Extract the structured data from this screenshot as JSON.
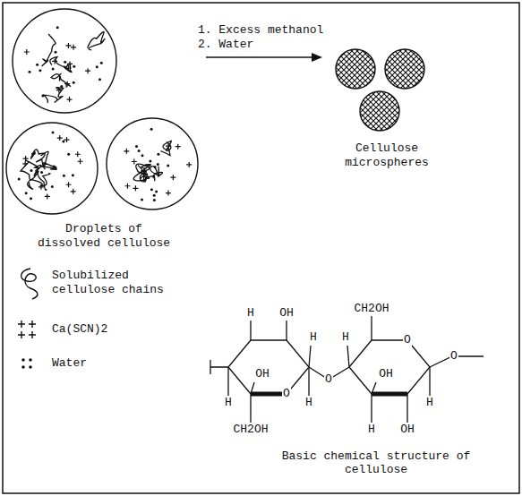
{
  "diagram": {
    "nodes": [
      {
        "text": [
          "Droplets of dissolved cellulose"
        ]
      },
      {
        "text": [
          "Cellulose microspheres"
        ]
      }
    ],
    "edges": [
      {
        "from": 0,
        "to": 1,
        "arrow": "to",
        "label": "1. Excess methanol 2. Water"
      }
    ],
    "labels": [
      "H",
      "OH",
      "H",
      "OH",
      "O",
      "H",
      "CH2OH",
      "H",
      "O",
      "CH2OH",
      "H",
      "O",
      "O",
      "OH",
      "H",
      "H",
      "OH",
      "Basic chemical structure of cellulose"
    ],
    "legend": [
      {
        "text": "Solubilized cellulose chains"
      },
      {
        "text": "Ca(SCN)2"
      },
      {
        "text": "Water"
      }
    ]
  }
}
